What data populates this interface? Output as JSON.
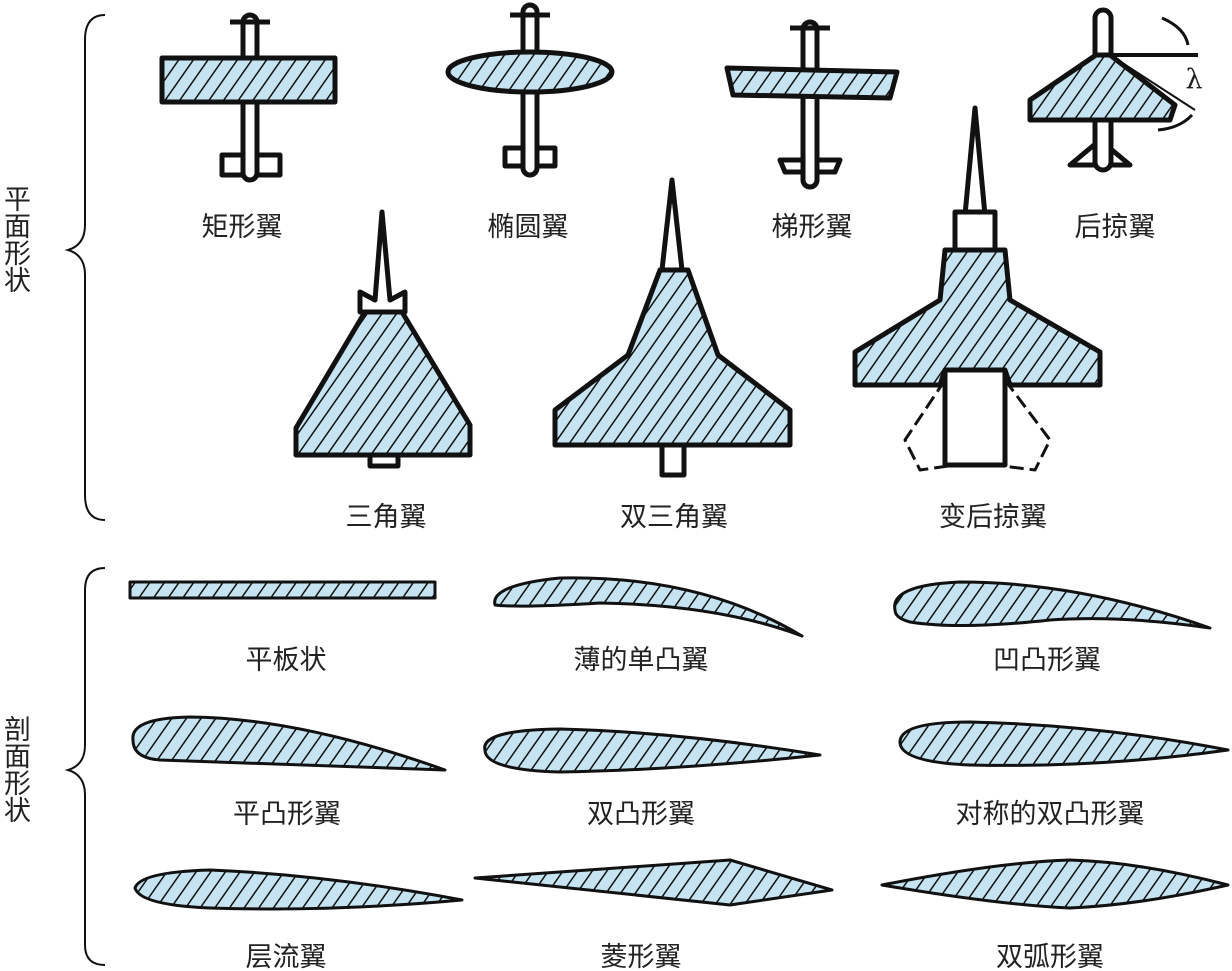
{
  "colors": {
    "fill": "#c5e3f0",
    "stroke": "#111111"
  },
  "groups": {
    "planform": "平面形状",
    "section": "剖面形状"
  },
  "planform": [
    "矩形翼",
    "椭圆翼",
    "梯形翼",
    "后掠翼",
    "三角翼",
    "双三角翼",
    "变后掠翼"
  ],
  "sweep_symbol": "λ",
  "sections": [
    "平板状",
    "薄的单凸翼",
    "凹凸形翼",
    "平凸形翼",
    "双凸形翼",
    "对称的双凸形翼",
    "层流翼",
    "菱形翼",
    "双弧形翼"
  ]
}
